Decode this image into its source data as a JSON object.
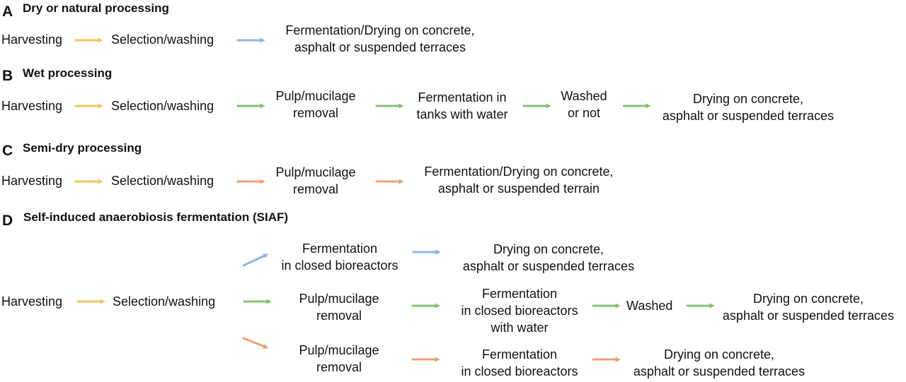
{
  "colors": {
    "yellow": "#f5c65b",
    "blue": "#8fb4e2",
    "green": "#86c073",
    "orange": "#f29f72"
  },
  "sections": {
    "a": {
      "letter": "A",
      "title": "Dry or natural processing",
      "harvesting": "Harvesting",
      "selection": "Selection/washing",
      "ferm_line1": "Fermentation/Drying on concrete,",
      "ferm_line2": "asphalt or suspended terraces"
    },
    "b": {
      "letter": "B",
      "title": "Wet processing",
      "harvesting": "Harvesting",
      "selection": "Selection/washing",
      "pulp_line1": "Pulp/mucilage",
      "pulp_line2": "removal",
      "ferm_line1": "Fermentation in",
      "ferm_line2": "tanks with water",
      "washed_line1": "Washed",
      "washed_line2": "or not",
      "dry_line1": "Drying on concrete,",
      "dry_line2": "asphalt or suspended terraces"
    },
    "c": {
      "letter": "C",
      "title": "Semi-dry processing",
      "harvesting": "Harvesting",
      "selection": "Selection/washing",
      "pulp_line1": "Pulp/mucilage",
      "pulp_line2": "removal",
      "ferm_line1": "Fermentation/Drying on concrete,",
      "ferm_line2": "asphalt or suspended terrain"
    },
    "d": {
      "letter": "D",
      "title": "Self-induced anaerobiosis fermentation (SIAF)",
      "harvesting": "Harvesting",
      "selection": "Selection/washing",
      "top": {
        "ferm_line1": "Fermentation",
        "ferm_line2": "in closed bioreactors",
        "dry_line1": "Drying on concrete,",
        "dry_line2": "asphalt or suspended terraces"
      },
      "mid": {
        "pulp_line1": "Pulp/mucilage",
        "pulp_line2": "removal",
        "ferm_line1": "Fermentation",
        "ferm_line2": "in closed bioreactors",
        "ferm_line3": "with water",
        "washed": "Washed",
        "dry_line1": "Drying on concrete,",
        "dry_line2": "asphalt or suspended terraces"
      },
      "bot": {
        "pulp_line1": "Pulp/mucilage",
        "pulp_line2": "removal",
        "ferm_line1": "Fermentation",
        "ferm_line2": "in closed bioreactors",
        "dry_line1": "Drying on concrete,",
        "dry_line2": "asphalt or suspended terraces"
      }
    }
  }
}
